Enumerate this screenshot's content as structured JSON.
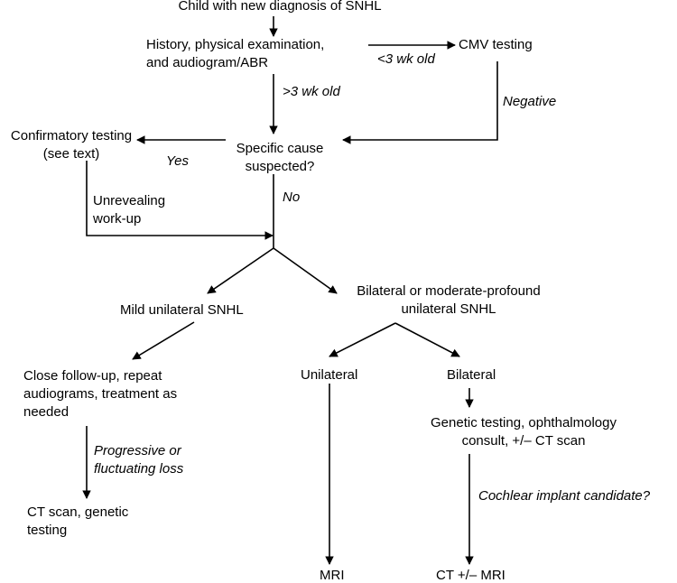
{
  "nodes": {
    "start": [
      "Child with new diagnosis of SNHL"
    ],
    "history": [
      "History, physical examination,",
      "and audiogram/ABR"
    ],
    "cmv": [
      "CMV testing"
    ],
    "specific_cause": [
      "Specific cause",
      "suspected?"
    ],
    "confirmatory": [
      "Confirmatory testing",
      "(see text)"
    ],
    "unrevealing": [
      "Unrevealing",
      "work-up"
    ],
    "mild": [
      "Mild unilateral SNHL"
    ],
    "bilateral_mod": [
      "Bilateral or moderate-profound",
      "unilateral SNHL"
    ],
    "close_followup": [
      "Close follow-up, repeat",
      "audiograms, treatment as",
      "needed"
    ],
    "unilateral": [
      "Unilateral"
    ],
    "bilateral": [
      "Bilateral"
    ],
    "genetic": [
      "Genetic testing, ophthalmology",
      "consult, +/– CT scan"
    ],
    "ct_genetic": [
      "CT scan, genetic",
      "testing"
    ],
    "mri": [
      "MRI"
    ],
    "ct_mri": [
      "CT +/– MRI"
    ]
  },
  "edge_labels": {
    "lt3wk": "<3 wk old",
    "gt3wk": ">3 wk old",
    "negative": "Negative",
    "yes": "Yes",
    "no": "No",
    "progressive": [
      "Progressive or",
      "fluctuating loss"
    ],
    "cochlear": "Cochlear implant candidate?"
  },
  "colors": {
    "stroke": "#000000",
    "text": "#000000",
    "background": "#ffffff"
  }
}
